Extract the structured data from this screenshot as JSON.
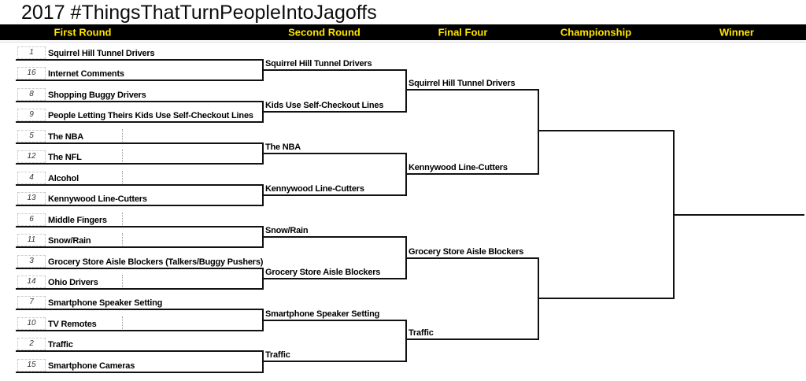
{
  "title": "2017 #ThingsThatTurnPeopleIntoJagoffs",
  "header": {
    "columns": [
      "First Round",
      "Second Round",
      "Final Four",
      "Championship",
      "Winner"
    ]
  },
  "bracket": {
    "first_round": [
      {
        "seed": "1",
        "name": "Squirrel Hill Tunnel Drivers"
      },
      {
        "seed": "16",
        "name": "Internet Comments"
      },
      {
        "seed": "8",
        "name": "Shopping Buggy Drivers"
      },
      {
        "seed": "9",
        "name": "People Letting Theirs Kids Use Self-Checkout Lines"
      },
      {
        "seed": "5",
        "name": "The NBA"
      },
      {
        "seed": "12",
        "name": "The NFL"
      },
      {
        "seed": "4",
        "name": "Alcohol"
      },
      {
        "seed": "13",
        "name": "Kennywood Line-Cutters"
      },
      {
        "seed": "6",
        "name": "Middle Fingers"
      },
      {
        "seed": "11",
        "name": "Snow/Rain"
      },
      {
        "seed": "3",
        "name": "Grocery Store Aisle Blockers (Talkers/Buggy Pushers)"
      },
      {
        "seed": "14",
        "name": "Ohio Drivers"
      },
      {
        "seed": "7",
        "name": "Smartphone Speaker Setting"
      },
      {
        "seed": "10",
        "name": "TV Remotes"
      },
      {
        "seed": "2",
        "name": "Traffic"
      },
      {
        "seed": "15",
        "name": "Smartphone Cameras"
      }
    ],
    "second_round": [
      "Squirrel Hill Tunnel Drivers",
      "Kids Use Self-Checkout Lines",
      "The NBA",
      "Kennywood Line-Cutters",
      "Snow/Rain",
      "Grocery Store Aisle Blockers",
      "Smartphone Speaker Setting",
      "Traffic"
    ],
    "final_four": [
      "Squirrel Hill Tunnel Drivers",
      "Kennywood Line-Cutters",
      "Grocery Store Aisle Blockers",
      "Traffic"
    ],
    "championship": [
      "",
      ""
    ],
    "winner": ""
  },
  "colors": {
    "header_bg": "#000000",
    "header_text": "#ffe600",
    "line": "#111111",
    "seed_border": "#cccccc"
  }
}
